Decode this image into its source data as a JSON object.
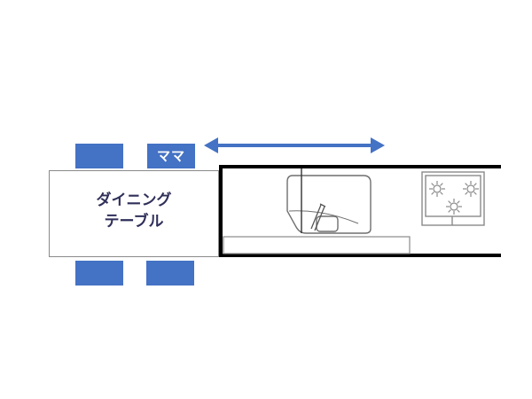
{
  "labels": {
    "dining_table_line1": "ダイニング",
    "dining_table_line2": "テーブル",
    "mama": "ママ"
  },
  "colors": {
    "chair_fill": "#4472c4",
    "arrow": "#4472c4",
    "outline": "#000000",
    "fixture_stroke": "#8a8a8a"
  },
  "icons": [
    "double-headed-arrow-icon",
    "sink-icon",
    "faucet-icon",
    "gas-stove-icon",
    "burner-icon"
  ]
}
